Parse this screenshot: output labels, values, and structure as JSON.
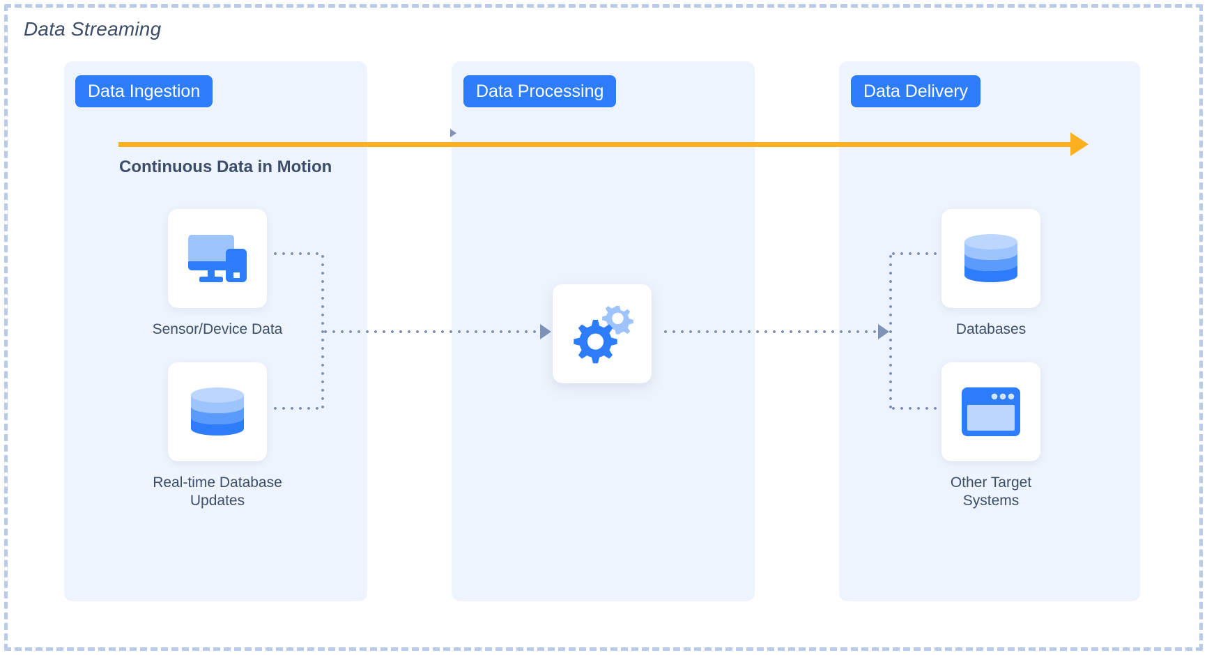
{
  "diagram": {
    "title": "Data Streaming",
    "flow_label": "Continuous Data in Motion",
    "accent_orange": "#fbb01f",
    "accent_blue": "#2d7dfa",
    "text_color": "#3c4d69",
    "column_bg": "#eef4fd",
    "connector_color": "#7e93b8",
    "frame_color": "#b8cbe8"
  },
  "stages": [
    {
      "id": "ingestion",
      "badge": "Data Ingestion"
    },
    {
      "id": "processing",
      "badge": "Data Processing"
    },
    {
      "id": "delivery",
      "badge": "Data Delivery"
    }
  ],
  "nodes": {
    "sensor": {
      "caption": "Sensor/Device Data",
      "icon": "monitor-phone-icon"
    },
    "rtdb": {
      "caption": "Real-time Database\nUpdates",
      "icon": "database-icon"
    },
    "gear": {
      "caption": "",
      "icon": "gears-icon"
    },
    "databases": {
      "caption": "Databases",
      "icon": "database-icon"
    },
    "other": {
      "caption": "Other Target\nSystems",
      "icon": "browser-window-icon"
    }
  }
}
